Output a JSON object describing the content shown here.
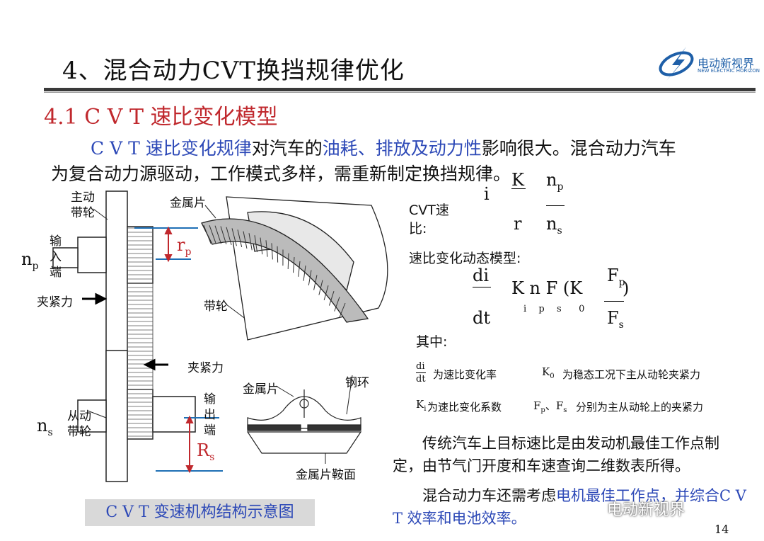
{
  "header": {
    "title": "4、混合动力CVT换挡规律优化",
    "logo_cn": "电动新视界",
    "logo_en": "NEW ELECTRIC HORIZON"
  },
  "section": {
    "title": "4.1 C V T 速比变化模型"
  },
  "intro": {
    "p1_a": "C V T 速比变化规律",
    "p1_b": "对汽车的",
    "p1_c": "油耗、排放及动力性",
    "p1_d": "影响很大。混合动力汽车",
    "p2": "为复合动力源驱动，工作模式多样，需重新制定换挡规律。"
  },
  "diagram": {
    "drive_pulley": "主动\n带轮",
    "input_end": "输\n入\n端",
    "np": "n",
    "np_sub": "p",
    "clamp1": "夹紧力",
    "clamp2": "夹紧力",
    "rp": "r",
    "rp_sub": "p",
    "metal_piece1": "金属片",
    "belt_wheel": "带轮",
    "metal_piece2": "金属片",
    "steel_ring": "钢环",
    "output_end": "输\n出\n端",
    "driven_pulley": "从动\n带轮",
    "ns": "n",
    "ns_sub": "s",
    "rs": "R",
    "rs_sub": "s",
    "saddle": "金属片鞍面",
    "caption": "C V T 变速机构结构示意图"
  },
  "formula1": {
    "label": "CVT速\n比:",
    "i": "i",
    "K": "K",
    "r": "r",
    "n": "n",
    "np_sub": "p",
    "ns_sub": "s"
  },
  "formula2": {
    "label": "速比变化动态模型:",
    "di": "di",
    "dt": "dt",
    "body": "K n F (K",
    "subs": "i  p  s   0",
    "Fp": "F",
    "Fp_sub": "p",
    "Fs": "F",
    "Fs_sub": "s",
    "close": ")"
  },
  "where": {
    "label": "其中:",
    "di": "di",
    "dt": "dt",
    "d1": "为速比变化率",
    "k0": "K",
    "k0_sub": "0",
    "d2": "为稳态工况下主从动轮夹紧力",
    "ki": "K",
    "ki_sub": "i",
    "d3": "为速比变化系数",
    "fpfs": "F",
    "fp_sub": "p",
    "sep": "、",
    "fs_sub": "s",
    "d4": "分别为主从动轮上的夹紧力"
  },
  "bottom": {
    "p1": "传统汽车上目标速比是由发动机最佳工作点制定，由节气门开度和车速查询二维数表所得。",
    "p2_a": "混合动力车还需考虑",
    "p2_b": "电机最佳工作点，并综合C V T 效率和电池效率。"
  },
  "watermark": "电动新视界",
  "page_number": "14"
}
